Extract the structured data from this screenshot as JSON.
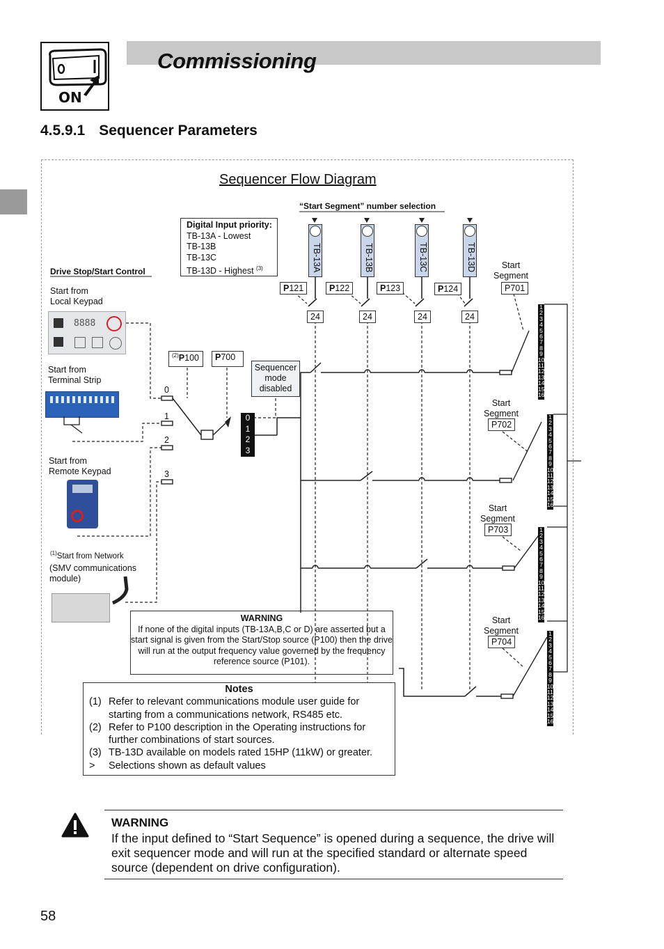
{
  "header": {
    "page_title": "Commissioning",
    "icon_label": "ON"
  },
  "section": {
    "number": "4.5.9.1",
    "title": "Sequencer Parameters"
  },
  "diagram": {
    "title": "Sequencer Flow Diagram",
    "start_segment_header": "“Start Segment” number selection",
    "drive_control_header": "Drive Stop/Start Control",
    "priority": {
      "title": "Digital Input priority:",
      "lines": [
        "TB-13A - Lowest",
        "TB-13B",
        "TB-13C",
        "TB-13D - Highest"
      ],
      "note_ref": "(3)"
    },
    "terminals": [
      {
        "label": "TB-13A",
        "param_prefix": "P",
        "param_num": "121",
        "voltage": "24"
      },
      {
        "label": "TB-13B",
        "param_prefix": "P",
        "param_num": "122",
        "voltage": "24"
      },
      {
        "label": "TB-13C",
        "param_prefix": "P",
        "param_num": "123",
        "voltage": "24"
      },
      {
        "label": "TB-13D",
        "param_prefix": "P",
        "param_num": "124",
        "voltage": "24"
      }
    ],
    "sources": {
      "local_keypad": "Start from\nLocal Keypad",
      "terminal_strip": "Start from\nTerminal Strip",
      "remote_keypad": "Start from\nRemote Keypad",
      "network_ref": "(1)",
      "network": "Start from Network",
      "network_module": "(SMV communications\nmodule)",
      "keypad_display": "8888"
    },
    "p100": {
      "ref": "(2)",
      "prefix": "P",
      "num": "100"
    },
    "p700": {
      "prefix": "P",
      "num": "700"
    },
    "sequencer_disabled": "Sequencer\nmode\ndisabled",
    "selector_positions": [
      "0",
      "1",
      "2",
      "3"
    ],
    "input_positions": [
      "0",
      "1",
      "2",
      "3"
    ],
    "segments": [
      {
        "label": "Start\nSegment",
        "param": "P701"
      },
      {
        "label": "Start\nSegment",
        "param": "P702"
      },
      {
        "label": "Start\nSegment",
        "param": "P703"
      },
      {
        "label": "Start\nSegment",
        "param": "P704"
      }
    ],
    "ladder_numbers": [
      "1",
      "2",
      "3",
      "4",
      "5",
      "6",
      "7",
      "8",
      "9",
      "10",
      "11",
      "12",
      "13",
      "14",
      "15",
      "16"
    ],
    "warning": {
      "title": "WARNING",
      "text": "If none of the digital inputs (TB-13A,B,C or D) are asserted but a start signal is given from the Start/Stop source (P100) then the drive will run at the output frequency value governed by the frequency reference source (P101)."
    },
    "notes": {
      "title": "Notes",
      "items": [
        {
          "key": "(1)",
          "text": "Refer to relevant communications module user guide for starting from a communications network, RS485 etc."
        },
        {
          "key": "(2)",
          "text": "Refer to P100 description in the Operating instructions for further combinations of start sources."
        },
        {
          "key": "(3)",
          "text": "TB-13D available on models rated 15HP (11kW) or greater."
        },
        {
          "key": ">",
          "text": "Selections shown as default values"
        }
      ]
    }
  },
  "bottom_warning": {
    "title": "WARNING",
    "text": "If the input defined to “Start Sequence” is opened during a sequence, the drive will exit sequencer mode and will run at the specified standard or alternate speed source (dependent on drive configuration)."
  },
  "page_number": "58",
  "colors": {
    "header_band": "#c8c8c8",
    "terminal_blue": "#c9d6ea",
    "strip_blue": "#2a63b8",
    "highlight_red": "#d42020"
  }
}
